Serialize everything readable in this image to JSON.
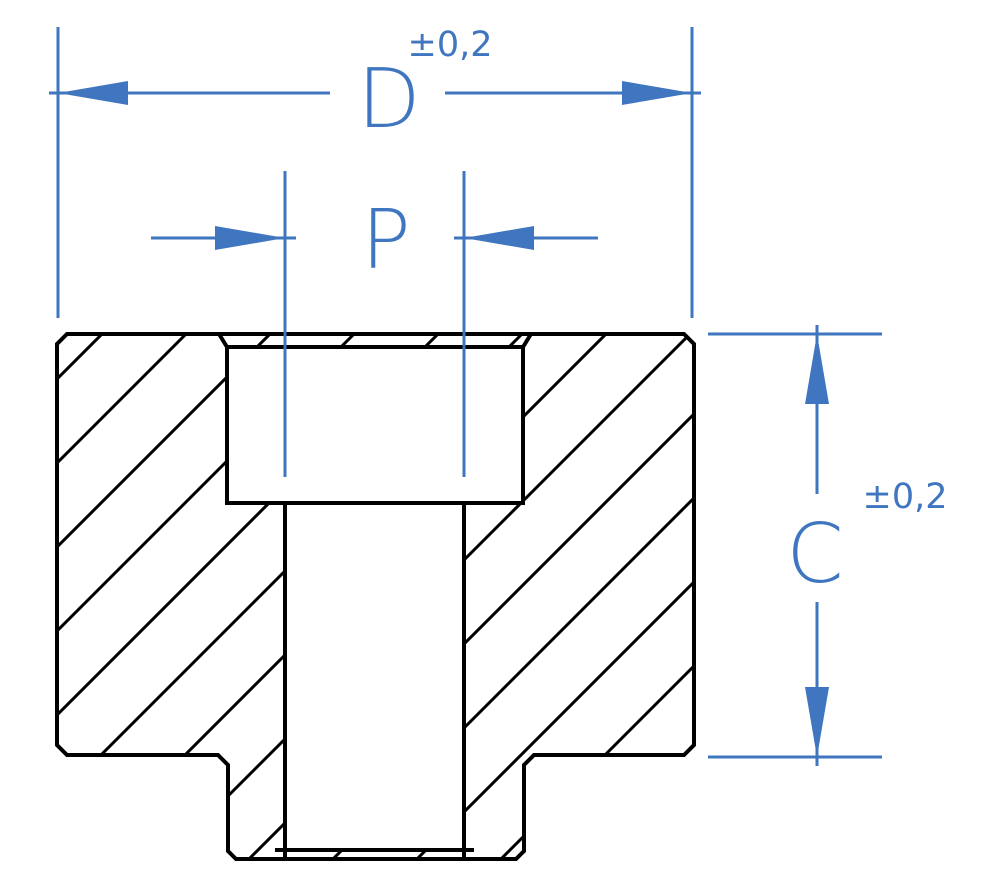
{
  "colors": {
    "dimension": "#3f76bf",
    "outline": "#000000",
    "background": "#ffffff"
  },
  "dimensions": {
    "diameter": {
      "symbol": "D",
      "tolerance": "±0,2"
    },
    "pitch": {
      "symbol": "P"
    },
    "height": {
      "symbol": "C",
      "tolerance": "±0,2"
    }
  }
}
